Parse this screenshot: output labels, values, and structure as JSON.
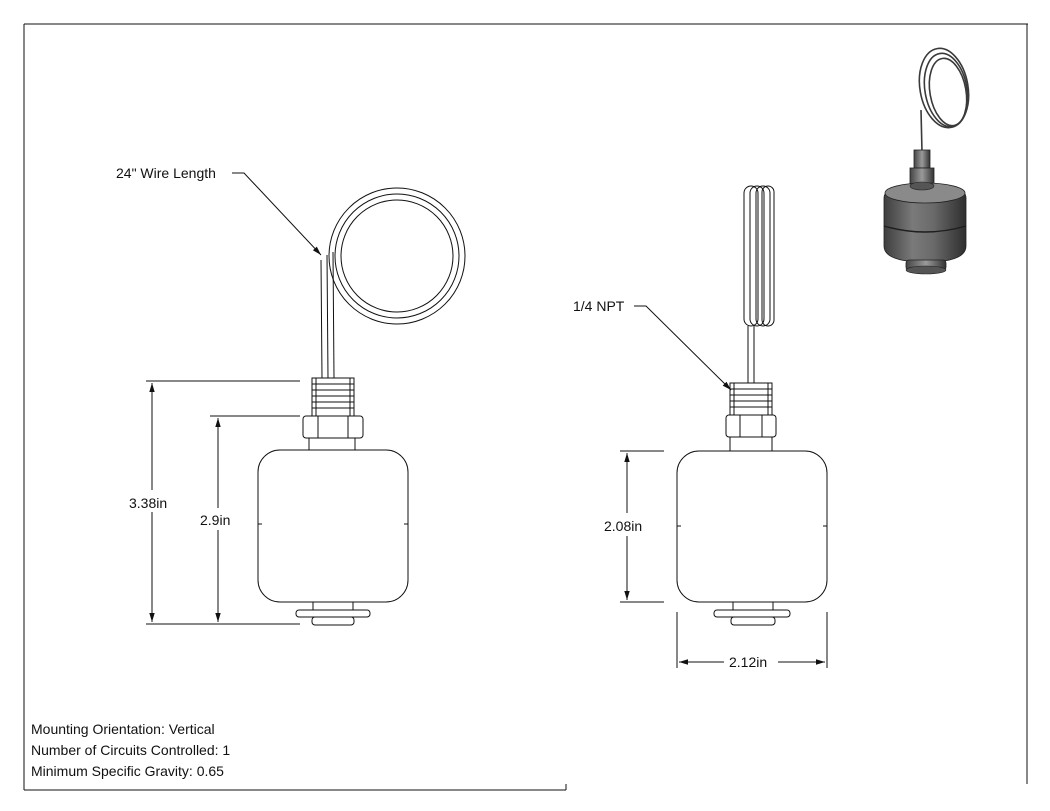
{
  "callouts": {
    "wire_length": "24\" Wire Length",
    "thread": "1/4 NPT"
  },
  "dimensions": {
    "overall_height": "3.38in",
    "body_height_front": "2.9in",
    "body_height_side": "2.08in",
    "body_width": "2.12in"
  },
  "notes": [
    "Mounting Orientation: Vertical",
    "Number of Circuits Controlled: 1",
    "Minimum Specific Gravity: 0.65"
  ],
  "colors": {
    "line": "#111111",
    "render_body": "#5e5e5e",
    "render_highlight": "#8a8a8a"
  }
}
